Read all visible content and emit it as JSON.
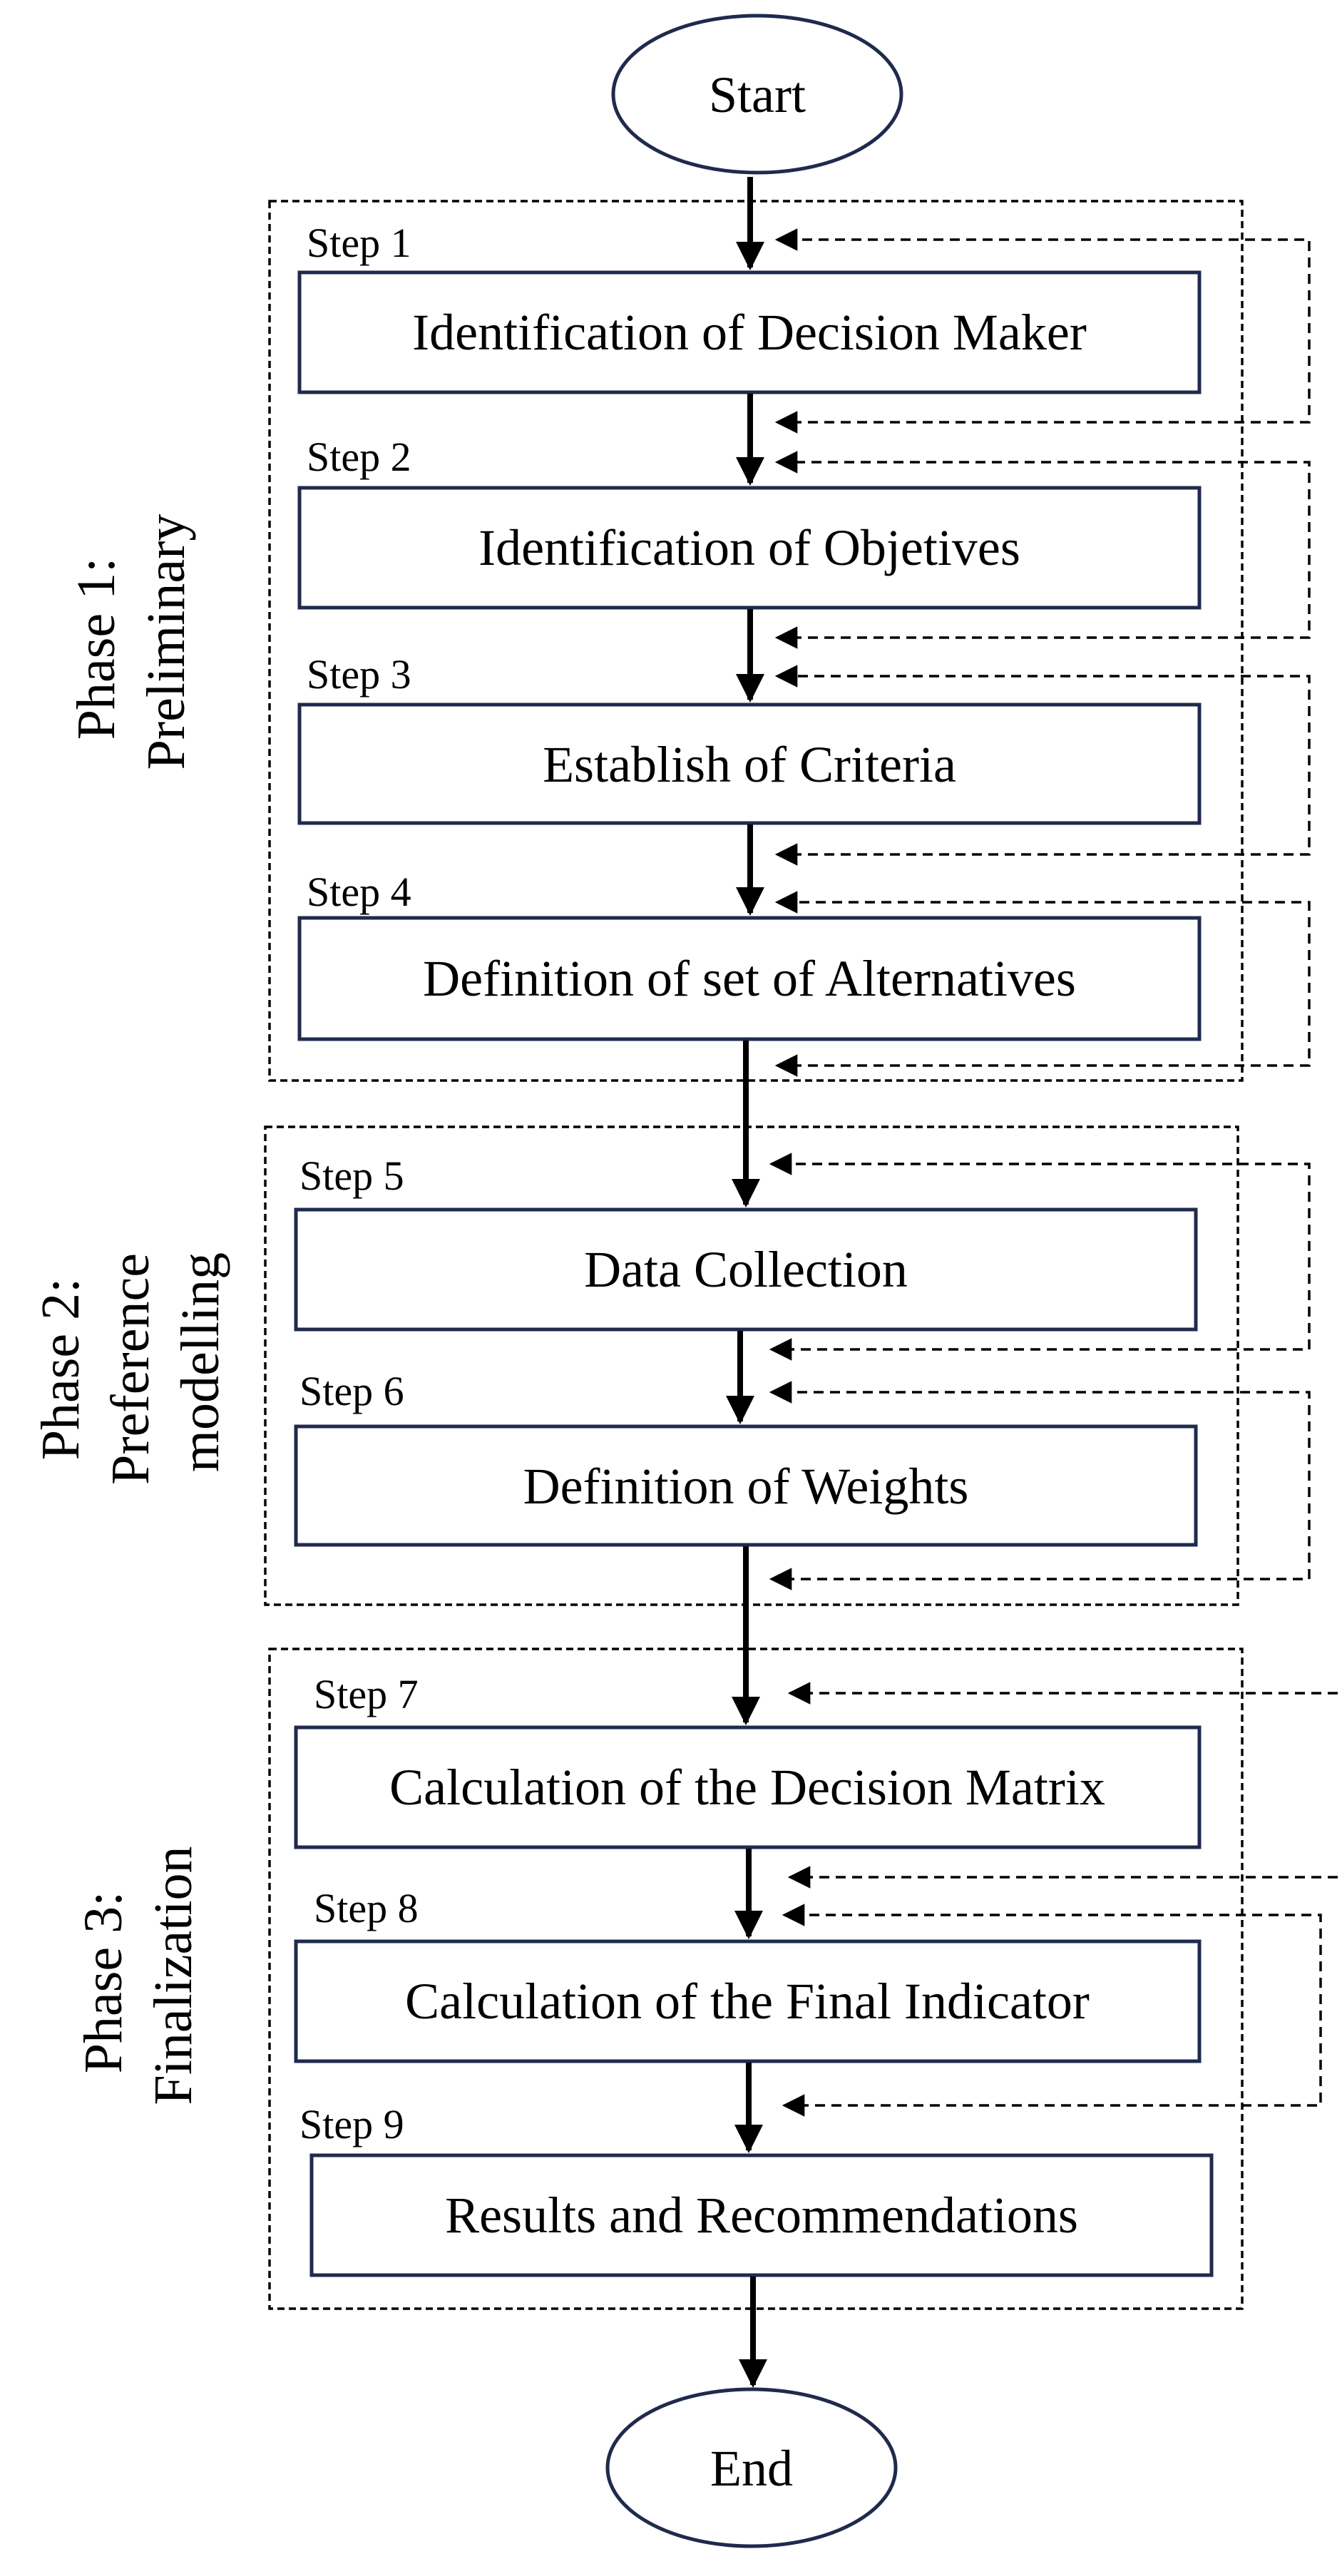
{
  "terminals": {
    "start": "Start",
    "end": "End"
  },
  "phases": [
    {
      "lines": [
        "Phase 1:",
        "Preliminary"
      ]
    },
    {
      "lines": [
        "Phase 2:",
        "Preference",
        "modelling"
      ]
    },
    {
      "lines": [
        "Phase 3:",
        "Finalization"
      ]
    }
  ],
  "steps": [
    {
      "step": "Step 1",
      "label": "Identification of Decision Maker"
    },
    {
      "step": "Step 2",
      "label": "Identification of Objetives"
    },
    {
      "step": "Step 3",
      "label": "Establish of Criteria"
    },
    {
      "step": "Step 4",
      "label": "Definition of set of Alternatives"
    },
    {
      "step": "Step 5",
      "label": "Data Collection"
    },
    {
      "step": "Step 6",
      "label": "Definition of Weights"
    },
    {
      "step": "Step 7",
      "label": "Calculation of the Decision Matrix"
    },
    {
      "step": "Step 8",
      "label": "Calculation of the Final Indicator"
    },
    {
      "step": "Step 9",
      "label": "Results and Recommendations"
    }
  ],
  "colors": {
    "box_border": "#1f2a4d",
    "lines": "#000000"
  }
}
